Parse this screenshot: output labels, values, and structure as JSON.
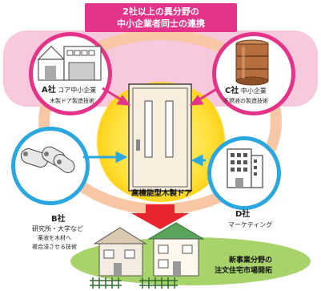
{
  "title": {
    "line1": "2社以上の異分野の",
    "line2": "中小企業者同士の連携"
  },
  "company_a": {
    "name": "A社",
    "role": "コア中小企業",
    "desc": "木製ドア製造技術"
  },
  "company_b": {
    "name": "B社",
    "desc1": "研究所・大学など",
    "desc2": "薬液を木材へ",
    "desc3": "複合浸させる技術"
  },
  "company_c": {
    "name": "C社",
    "role": "中小企業",
    "desc": "不燃液の製造技術"
  },
  "company_d": {
    "name": "D社",
    "desc": "マーケティング"
  },
  "center_label": "高機能型木製ドア",
  "result": {
    "line1": "新事業分野の",
    "line2": "注文住宅市場開拓"
  },
  "colors": {
    "pink": "#e4348a",
    "blue": "#2aa7df",
    "red": "#e8242e",
    "yellow": "#ffd21a",
    "green": "#a8d36a"
  }
}
